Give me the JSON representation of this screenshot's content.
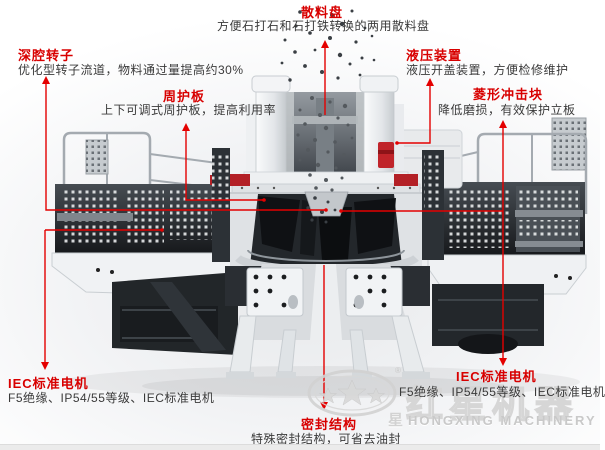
{
  "annotations": {
    "sanliaopan": {
      "title": "散料盘",
      "desc": "方便石打石和石打铁转换的两用散料盘"
    },
    "shenqiang": {
      "title": "深腔转子",
      "desc": "优化型转子流道，物料通过量提高约30%"
    },
    "zhouhuban": {
      "title": "周护板",
      "desc": "上下可调式周护板，提高利用率"
    },
    "yeya": {
      "title": "液压装置",
      "desc": "液压开盖装置，方便检修维护"
    },
    "lingxing": {
      "title": "菱形冲击块",
      "desc": "降低磨损，有效保护立板"
    },
    "iec_left": {
      "title": "IEC标准电机",
      "desc": "F5绝缘、IP54/55等级、IEC标准电机"
    },
    "mifeng": {
      "title": "密封结构",
      "desc": "特殊密封结构，可省去油封"
    },
    "iec_right": {
      "title": "IEC标准电机",
      "desc": "F5绝缘、IP54/55等级、IEC标准电机"
    }
  },
  "watermark": {
    "brand_cn": "红星机器",
    "brand_en": "HONGXING MACHINERY",
    "star_char": "星",
    "reg_mark": "®"
  },
  "colors": {
    "accent_red": "#d80000",
    "line_red": "#e40000",
    "machine_red": "#c0242a",
    "text_dark": "#3a3a3a",
    "watermark_gray": "#d6d6d6"
  },
  "machine": {
    "name": "vsi-sand-maker-cutaway-view"
  }
}
